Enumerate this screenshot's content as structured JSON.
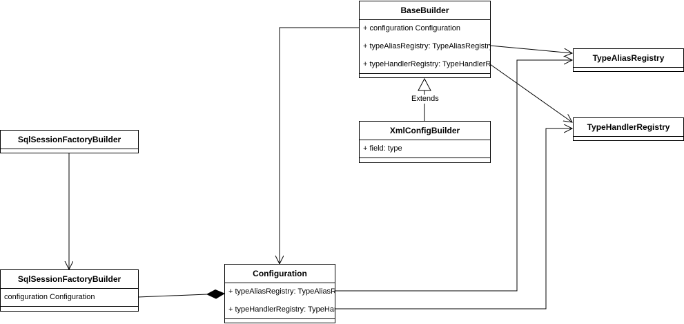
{
  "classes": {
    "base_builder": {
      "name": "BaseBuilder",
      "attributes": [
        "+ configuration Configuration",
        "+ typeAliasRegistry: TypeAliasRegistry",
        "+ typeHandlerRegistry: TypeHandlerRegistry"
      ]
    },
    "xml_config_builder": {
      "name": "XmlConfigBuilder",
      "attributes": [
        "+ field: type"
      ]
    },
    "type_alias_registry": {
      "name": "TypeAliasRegistry",
      "attributes": []
    },
    "type_handler_registry": {
      "name": "TypeHandlerRegistry",
      "attributes": []
    },
    "sql_session_factory_builder_top": {
      "name": "SqlSessionFactoryBuilder",
      "attributes": []
    },
    "sql_session_factory_builder_bottom": {
      "name": "SqlSessionFactoryBuilder",
      "attributes": [
        "configuration Configuration"
      ]
    },
    "configuration": {
      "name": "Configuration",
      "attributes": [
        "+ typeAliasRegistry: TypeAliasRegistry",
        "+ typeHandlerRegistry: TypeHandlerRegistry"
      ]
    }
  },
  "edge_labels": {
    "extends": "Extends"
  },
  "colors": {
    "line": "#000000",
    "background": "#ffffff"
  }
}
